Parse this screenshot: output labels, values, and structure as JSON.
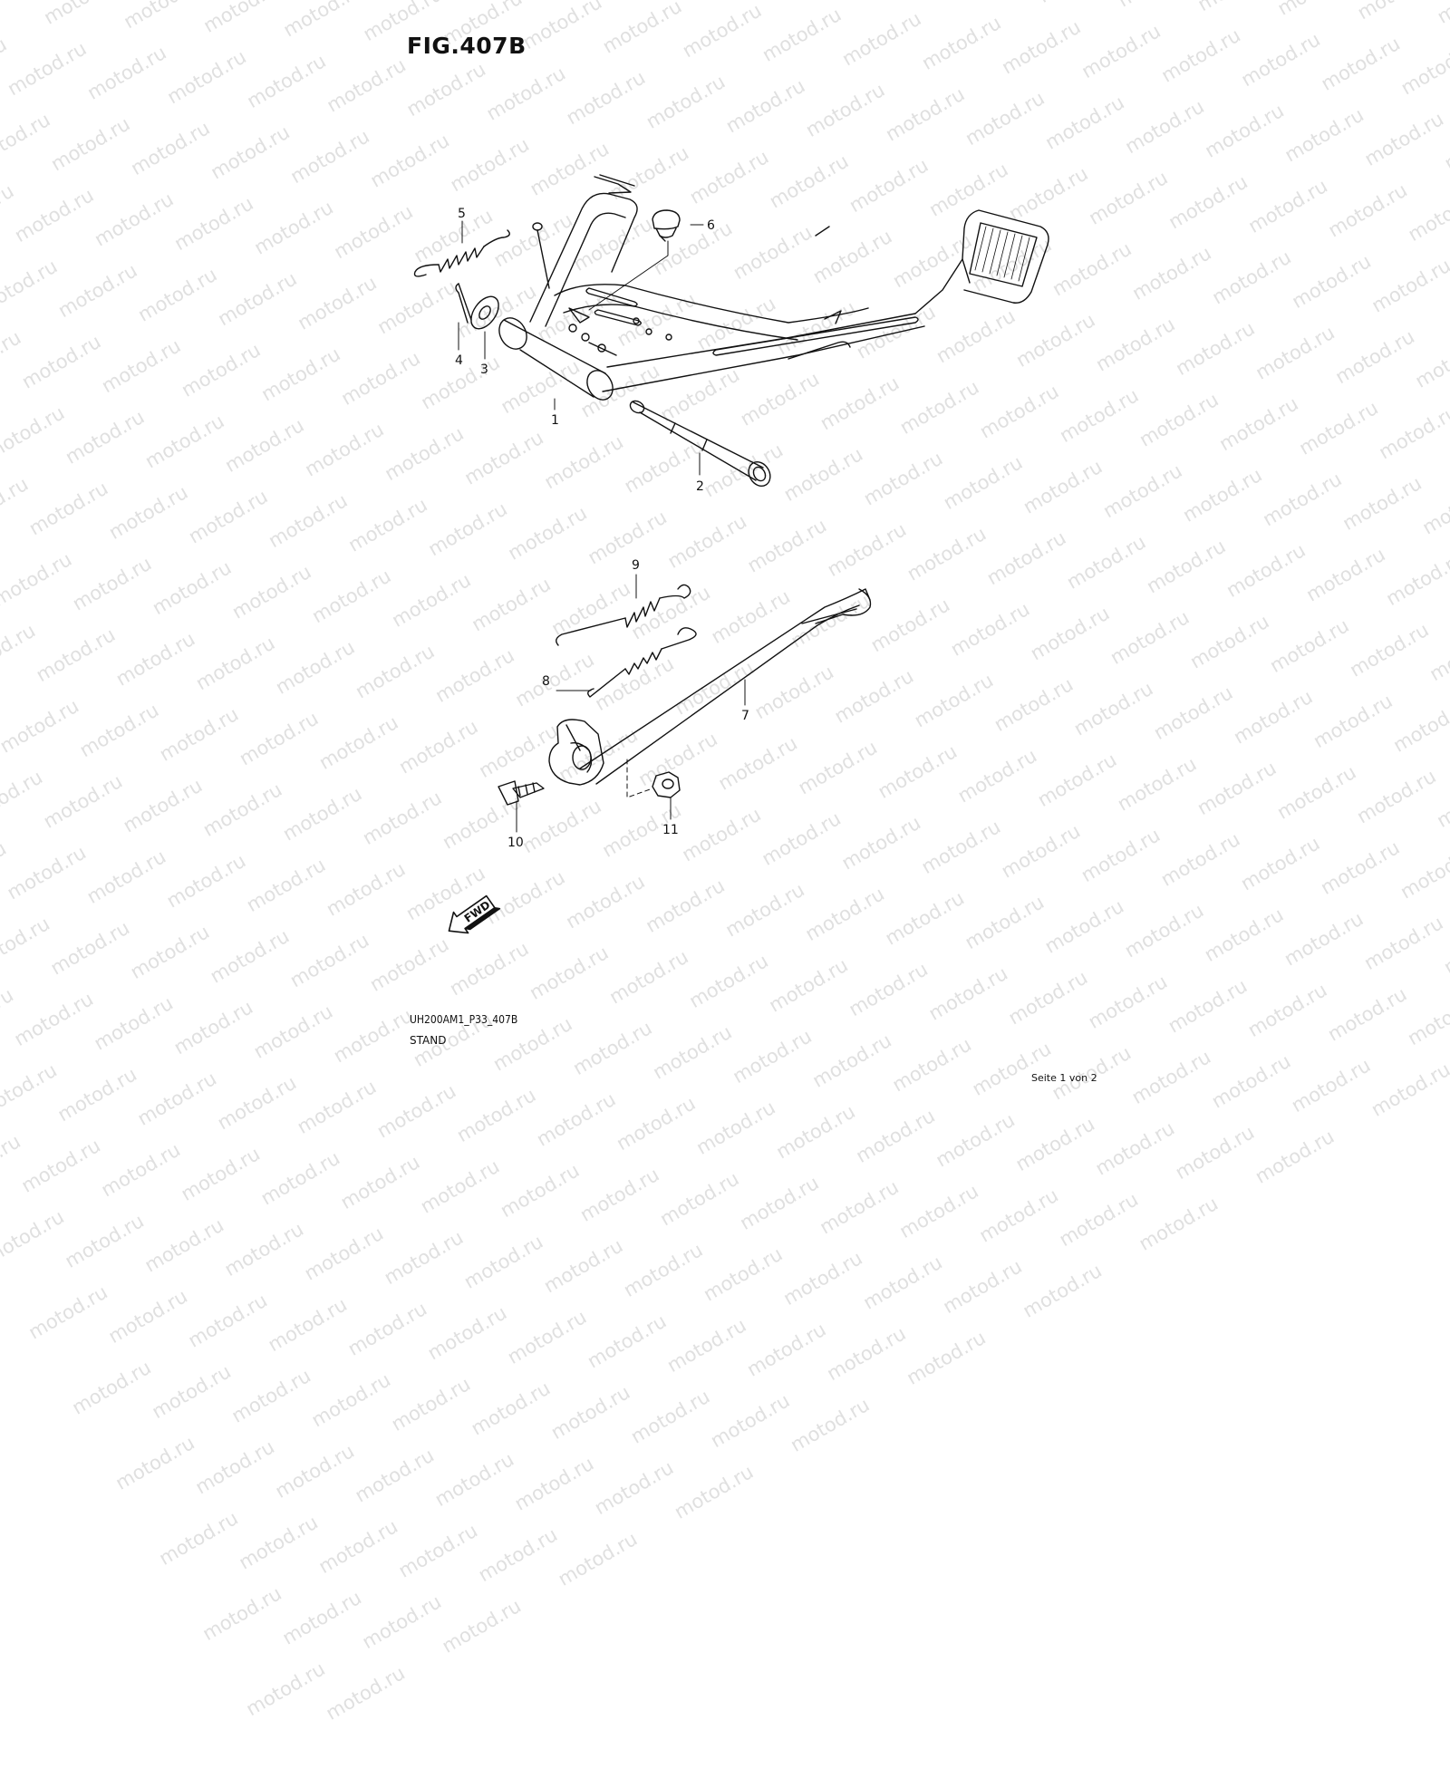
{
  "figure": {
    "title": "FIG.407B",
    "code": "UH200AM1_P33_407B",
    "section": "STAND"
  },
  "footer": {
    "page_indicator": "Seite 1 von 2"
  },
  "watermark": {
    "text": "motod.ru"
  },
  "fwd_arrow": {
    "label": "FWD"
  },
  "callouts": [
    {
      "num": "1"
    },
    {
      "num": "2"
    },
    {
      "num": "3"
    },
    {
      "num": "4"
    },
    {
      "num": "5"
    },
    {
      "num": "6"
    },
    {
      "num": "7"
    },
    {
      "num": "8"
    },
    {
      "num": "9"
    },
    {
      "num": "10"
    },
    {
      "num": "11"
    }
  ],
  "colors": {
    "line": "#111111",
    "watermark": "#e0e0e0",
    "background": "#ffffff"
  }
}
